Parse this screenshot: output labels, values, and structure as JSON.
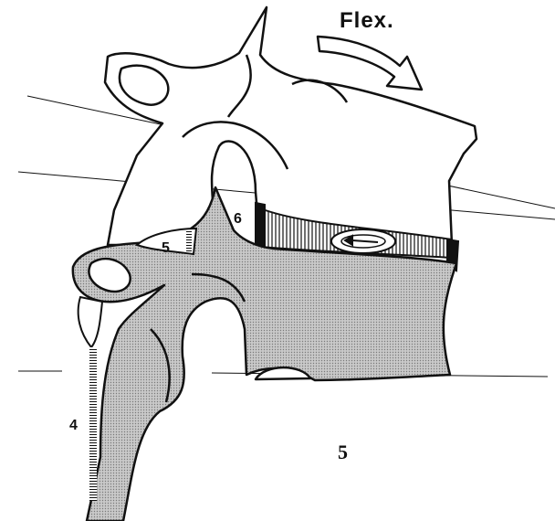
{
  "labels": {
    "flex": "Flex.",
    "num_6": "6",
    "num_5_small": "5",
    "num_4": "4",
    "figure_number": "5"
  },
  "colors": {
    "ink": "#111111",
    "stipple": "#b9b9b9",
    "paper": "#ffffff"
  }
}
